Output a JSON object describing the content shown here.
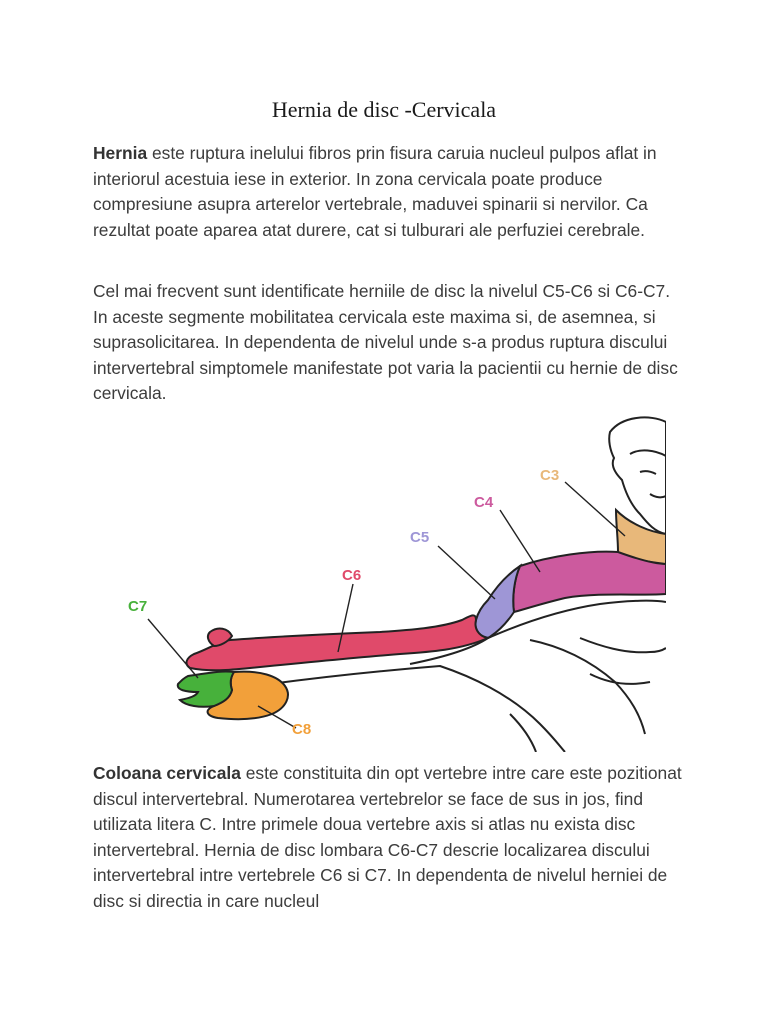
{
  "document": {
    "title": "Hernia de disc -Cervicala",
    "paragraph1": {
      "bold": "Hernia",
      "text": " este ruptura inelului fibros prin fisura caruia nucleul pulpos aflat in interiorul acestuia iese in exterior. In zona cervicala poate produce compresiune asupra arterelor vertebrale, maduvei spinarii si nervilor. Ca rezultat poate aparea atat durere, cat si tulburari ale perfuziei cerebrale."
    },
    "paragraph2": {
      "text": "Cel mai frecvent sunt identificate herniile de disc la nivelul C5-C6 si C6-C7. In aceste segmente mobilitatea cervicala este maxima si, de asemnea, si suprasolicitarea. In dependenta de nivelul unde s-a produs ruptura discului intervertebral simptomele manifestate pot varia la pacientii cu hernie de  disc cervicala."
    },
    "paragraph3": {
      "bold": "Coloana cervicala",
      "text": " este constituita din opt vertebre intre care este pozitionat discul intervertebral. Numerotarea vertebrelor se face de sus in jos, find utilizata litera C. Intre primele doua vertebre axis si atlas nu exista disc intervertebral. Hernia de disc lombara C6-C7 descrie localizarea discului intervertebral intre vertebrele C6 si C7. In dependenta de nivelul herniei de disc si directia in care nucleul"
    }
  },
  "figure": {
    "labels": {
      "c3": "C3",
      "c4": "C4",
      "c5": "C5",
      "c6": "C6",
      "c7": "C7",
      "c8": "C8"
    },
    "colors": {
      "c3": "#e8b87a",
      "c4": "#cc5a9e",
      "c5": "#9e96d6",
      "c6": "#e04a6a",
      "c7": "#47b13b",
      "c8": "#f2a03a",
      "skin": "#f4d8b0",
      "outline": "#222222"
    }
  }
}
